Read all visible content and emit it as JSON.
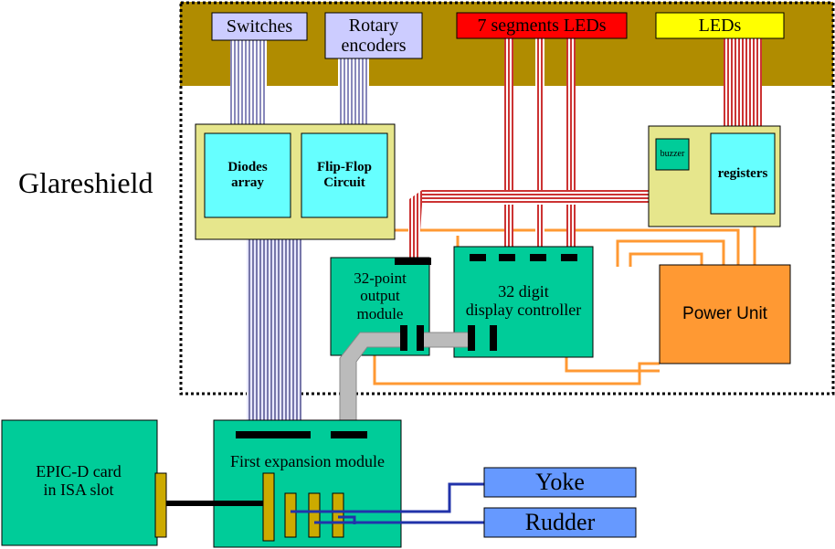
{
  "labels": {
    "glareshield": "Glareshield",
    "switches": "Switches",
    "rotary_encoders": "Rotary\nencoders",
    "seven_segment_leds": "7 segments LEDs",
    "leds": "LEDs",
    "diodes_array": "Diodes\narray",
    "flip_flop": "Flip-Flop\nCircuit",
    "buzzer": "buzzer",
    "registers": "registers",
    "output_module": "32-point\noutput\nmodule",
    "display_controller": "32 digit\ndisplay controller",
    "power_unit": "Power Unit",
    "epic_card": "EPIC-D card\nin ISA slot",
    "expansion_module": "First expansion module",
    "yoke": "Yoke",
    "rudder": "Rudder"
  },
  "colors": {
    "panel_olive": "#b08c00",
    "board_yellow": "#e6e68c",
    "chip_cyan": "#66ffff",
    "module_green": "#00cc99",
    "power_orange": "#ff9933",
    "label_lavender": "#ccccff",
    "label_red": "#ff0000",
    "label_yellow": "#ffff00",
    "device_blue": "#6699ff",
    "wire_orange": "#ff9933",
    "wire_blue": "#2233aa",
    "cable_gray": "#bbbbbb",
    "ribbon_purple": "#9999cc",
    "ribbon_red": "#cc3333",
    "connector_gold": "#ccaa00"
  }
}
